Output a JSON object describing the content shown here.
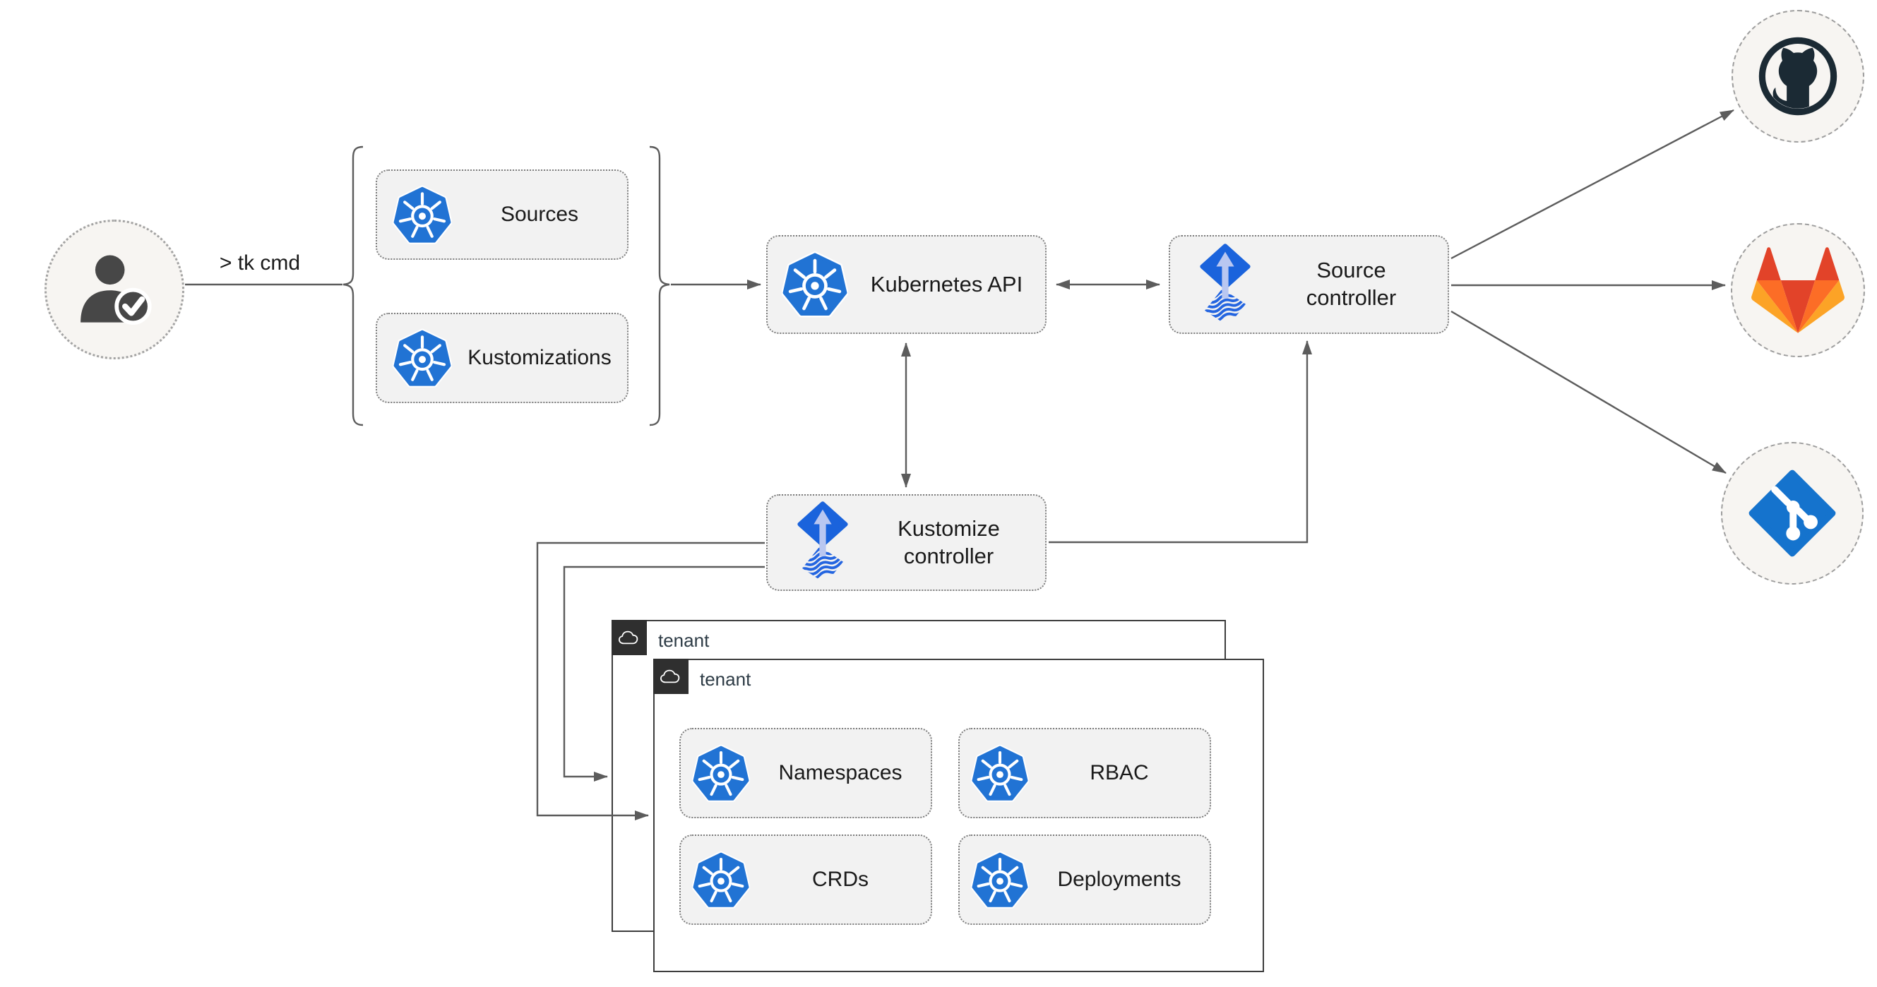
{
  "diagram": {
    "user": {
      "command": "> tk cmd"
    },
    "toolkit_group": {
      "sources": "Sources",
      "kustomizations": "Kustomizations"
    },
    "kubernetes_api": {
      "label": "Kubernetes API"
    },
    "source_controller": {
      "line1": "Source",
      "line2": "controller"
    },
    "kustomize_controller": {
      "line1": "Kustomize",
      "line2": "controller"
    },
    "tenant_back": {
      "title": "tenant"
    },
    "tenant_front": {
      "title": "tenant",
      "namespaces": "Namespaces",
      "rbac": "RBAC",
      "crds": "CRDs",
      "deployments": "Deployments"
    }
  },
  "icons": {
    "user": "user-check-icon",
    "sources": "kubernetes-icon",
    "kustomizations": "kubernetes-icon",
    "kubernetes_api": "kubernetes-icon",
    "source_controller": "flux-icon",
    "kustomize_controller": "flux-icon",
    "tenant_badge": "cloud-icon",
    "git_providers": [
      "github-icon",
      "gitlab-icon",
      "git-icon"
    ],
    "resources": "kubernetes-icon"
  },
  "edges": [
    "user -> toolkit-group",
    "toolkit-group -> kubernetes-api",
    "kubernetes-api <-> source-controller",
    "kubernetes-api <-> kustomize-controller",
    "kustomize-controller -> source-controller",
    "kustomize-controller -> tenant-back-window",
    "kustomize-controller -> tenant-front-window",
    "source-controller -> github",
    "source-controller -> gitlab",
    "source-controller -> git"
  ],
  "colors": {
    "kubernetes_blue": "#2173d4",
    "flux_blue": "#1a63dc",
    "flux_wave_blue": "#2465e0",
    "flux_arrow_light": "#b9c7f1",
    "github_dark": "#1b2a34",
    "gitlab_red": "#e24329",
    "gitlab_orange": "#fc6d26",
    "gitlab_amber": "#fca326",
    "git_blue": "#1573cd",
    "node_fill": "#f2f2f2",
    "circle_fill": "#f7f5f2",
    "line_gray": "#5c5c5c",
    "window_border": "#3d3d3d",
    "badge_dark": "#2f2f2f",
    "text_dark": "#1a1a1a"
  }
}
